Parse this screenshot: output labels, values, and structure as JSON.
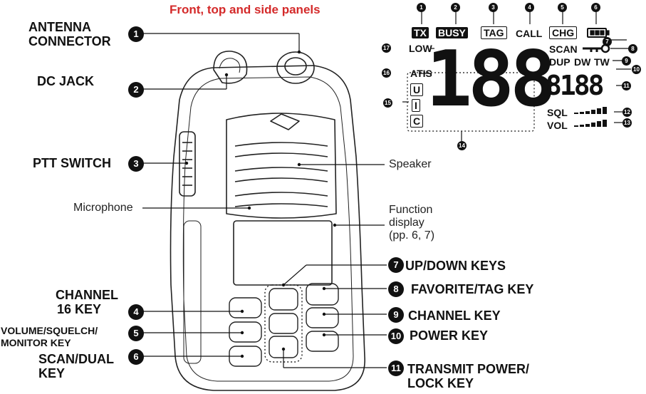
{
  "title": "Front, top and side panels",
  "labels": {
    "antenna_connector": [
      "ANTENNA",
      "CONNECTOR"
    ],
    "dc_jack": "DC JACK",
    "ptt_switch": "PTT SWITCH",
    "speaker": "Speaker",
    "microphone": "Microphone",
    "function_display": [
      "Function",
      "display",
      "(pp. 6, 7)"
    ],
    "channel16_key": [
      "CHANNEL",
      "16 KEY"
    ],
    "volume_key": [
      "VOLUME/SQUELCH/",
      "MONITOR KEY"
    ],
    "scan_dual_key": [
      "SCAN/DUAL",
      "KEY"
    ],
    "up_down_keys": "UP/DOWN KEYS",
    "favorite_tag_key": "FAVORITE/TAG KEY",
    "channel_key": "CHANNEL KEY",
    "power_key": "POWER KEY",
    "transmit_power_key": [
      "TRANSMIT POWER/",
      "LOCK KEY"
    ]
  },
  "numbers": [
    "1",
    "2",
    "3",
    "4",
    "5",
    "6",
    "7",
    "8",
    "9",
    "10",
    "11"
  ],
  "display": {
    "indicators": {
      "tx": "TX",
      "busy": "BUSY",
      "tag": "TAG",
      "call": "CALL",
      "chg": "CHG",
      "scan": "SCAN",
      "dup": "DUP",
      "dw": "DW",
      "tw": "TW",
      "low": "LOW",
      "atis": "ATIS",
      "u": "U",
      "i": "I",
      "c": "C",
      "sql": "SQL",
      "vol": "VOL"
    },
    "big_digits": "188",
    "small_digits": "8188",
    "callouts": [
      "1",
      "2",
      "3",
      "4",
      "5",
      "6",
      "7",
      "8",
      "9",
      "10",
      "11",
      "12",
      "13",
      "14",
      "15",
      "16",
      "17"
    ]
  },
  "colors": {
    "title": "#d42a2a",
    "ink": "#111111"
  }
}
